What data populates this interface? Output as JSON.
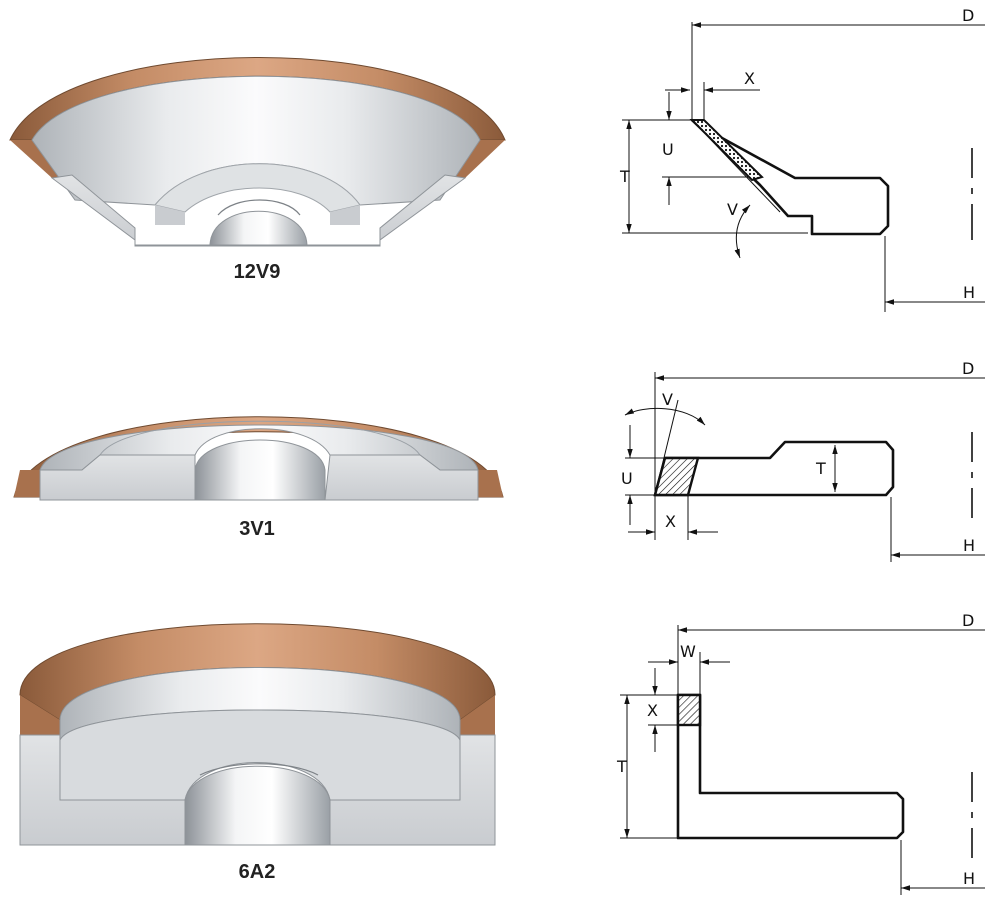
{
  "wheels": [
    {
      "caption": "12V9",
      "labels": {
        "d": "D",
        "h": "H",
        "x": "X",
        "u": "U",
        "t": "T",
        "v": "V"
      }
    },
    {
      "caption": "3V1",
      "labels": {
        "d": "D",
        "h": "H",
        "x": "X",
        "u": "U",
        "t": "T",
        "v": "V"
      }
    },
    {
      "caption": "6A2",
      "labels": {
        "d": "D",
        "h": "H",
        "x": "X",
        "w": "W",
        "t": "T"
      }
    }
  ],
  "colors": {
    "bronze_light": "#d9a17c",
    "bronze_mid": "#b57c57",
    "bronze_dark": "#8a5a3a",
    "steel_light": "#f2f3f4",
    "steel_mid": "#cfd2d5",
    "steel_dark": "#9ea3a8"
  }
}
